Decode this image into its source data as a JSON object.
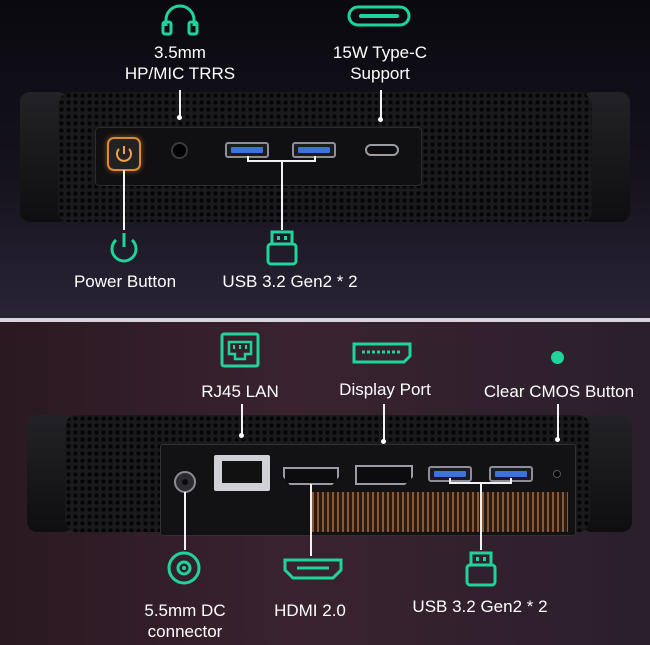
{
  "top_panel": {
    "labels": {
      "audio": [
        "3.5mm",
        "HP/MIC TRRS"
      ],
      "typec": [
        "15W Type-C",
        "Support"
      ],
      "power": "Power Button",
      "usb": "USB 3.2 Gen2 * 2"
    }
  },
  "bottom_panel": {
    "labels": {
      "rj45": "RJ45 LAN",
      "displayport": "Display Port",
      "cmos": "Clear CMOS Button",
      "dc": [
        "5.5mm DC",
        "connector"
      ],
      "hdmi": "HDMI 2.0",
      "usb": "USB 3.2 Gen2 * 2"
    }
  },
  "colors": {
    "icon_green": "#1fd39b",
    "usb_blue": "#3b73d8",
    "power_orange": "#e0892c",
    "label_text": "#ffffff"
  },
  "icons": [
    "headphones-icon",
    "usb-c-icon",
    "power-icon",
    "usb-a-icon",
    "ethernet-icon",
    "displayport-icon",
    "dot-icon",
    "dc-jack-icon",
    "hdmi-icon"
  ]
}
